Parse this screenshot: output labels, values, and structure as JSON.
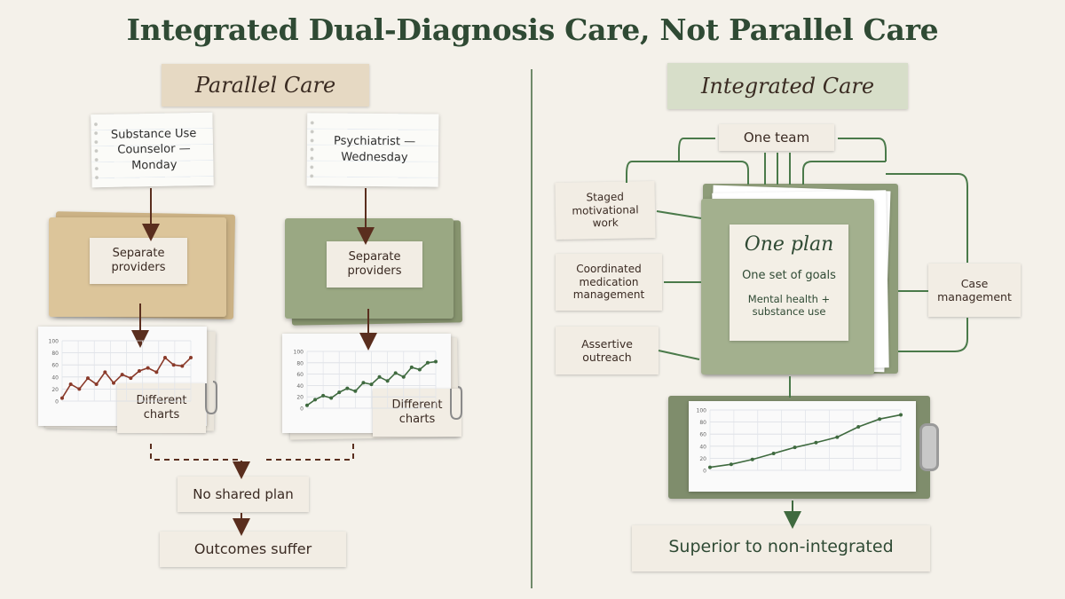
{
  "title": "Integrated Dual-Diagnosis Care, Not Parallel Care",
  "parallel": {
    "heading": "Parallel Care",
    "provider_left": "Substance Use Counselor — Monday",
    "provider_right": "Psychiatrist — Wednesday",
    "separate_left": "Separate providers",
    "separate_right": "Separate providers",
    "charts_left": "Different charts",
    "charts_right": "Different charts",
    "no_shared_plan": "No shared plan",
    "outcomes": "Outcomes suffer",
    "chart_left_ticks": [
      "100",
      "80",
      "60",
      "40",
      "20",
      "0"
    ],
    "chart_right_ticks": [
      "100",
      "80",
      "60",
      "40",
      "20",
      "0"
    ]
  },
  "integrated": {
    "heading": "Integrated Care",
    "one_team": "One team",
    "staged": "Staged motivational work",
    "coordinated": "Coordinated medication management",
    "assertive": "Assertive outreach",
    "case_management": "Case management",
    "one_plan": "One plan",
    "one_goals": "One set of goals",
    "mh_su": "Mental health + substance use",
    "superior": "Superior to non-integrated",
    "chart_ticks": [
      "100",
      "80",
      "60",
      "40",
      "20",
      "0"
    ]
  },
  "colors": {
    "tan_folder": "#dcc59a",
    "green_folder": "#9aa883",
    "green_line": "#4a7a4a",
    "brown_arrow": "#5a2e1e",
    "title": "#2f4a34"
  },
  "chart_data": [
    {
      "type": "line",
      "ylim": [
        0,
        100
      ],
      "yticks": [
        0,
        20,
        40,
        60,
        80,
        100
      ],
      "series": [
        {
          "values": [
            5,
            28,
            20,
            38,
            28,
            48,
            30,
            44,
            38,
            50,
            55,
            48,
            72,
            60,
            58,
            72
          ]
        }
      ]
    },
    {
      "type": "line",
      "ylim": [
        0,
        100
      ],
      "yticks": [
        0,
        20,
        40,
        60,
        80,
        100
      ],
      "series": [
        {
          "values": [
            5,
            15,
            22,
            18,
            28,
            35,
            30,
            45,
            42,
            55,
            48,
            62,
            55,
            72,
            68,
            80,
            82
          ]
        }
      ]
    },
    {
      "type": "line",
      "ylim": [
        0,
        100
      ],
      "yticks": [
        0,
        20,
        40,
        60,
        80,
        100
      ],
      "series": [
        {
          "values": [
            5,
            10,
            18,
            28,
            38,
            46,
            55,
            72,
            85,
            92
          ]
        }
      ]
    }
  ]
}
